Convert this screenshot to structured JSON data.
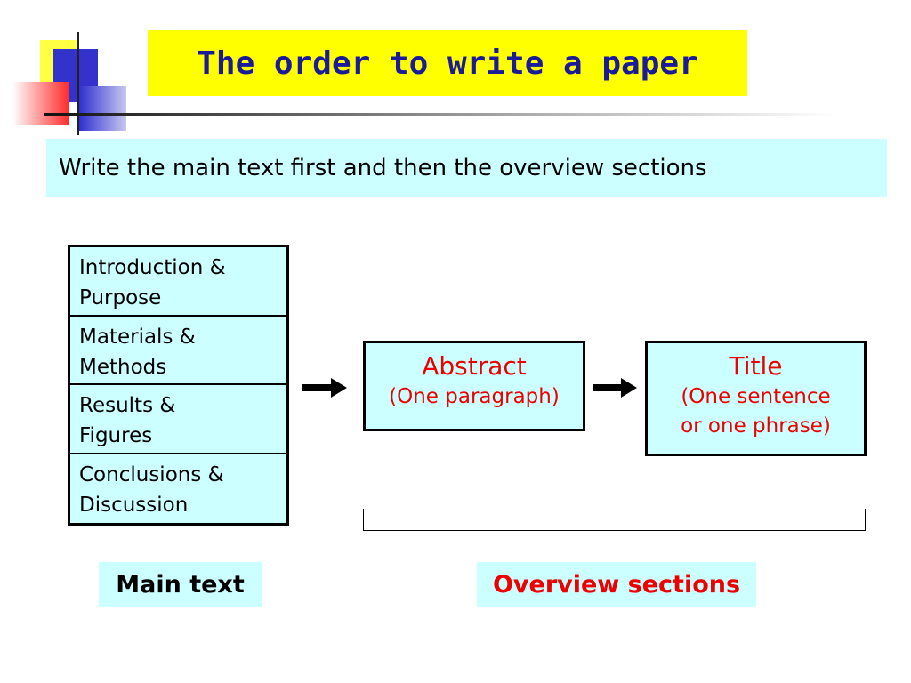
{
  "slide": {
    "title": "The order to write a paper",
    "subtitle": "Write the main text first and then the overview sections"
  },
  "main_text": {
    "rows": [
      {
        "line1": "Introduction &",
        "line2": "Purpose"
      },
      {
        "line1": "Materials &",
        "line2": "Methods"
      },
      {
        "line1": "Results &",
        "line2": "Figures"
      },
      {
        "line1": "Conclusions &",
        "line2": "Discussion"
      }
    ],
    "label": "Main text"
  },
  "abstract": {
    "heading": "Abstract",
    "note": "(One paragraph)"
  },
  "title_box": {
    "heading": "Title",
    "note_line1": "(One sentence",
    "note_line2": "or one phrase)"
  },
  "overview_label": "Overview sections",
  "colors": {
    "title_bg": "#ffff00",
    "title_text": "#1a1a9c",
    "box_bg": "#ccffff",
    "accent_red": "#ee0000"
  },
  "icons": {
    "arrow": "right-arrow-icon"
  }
}
